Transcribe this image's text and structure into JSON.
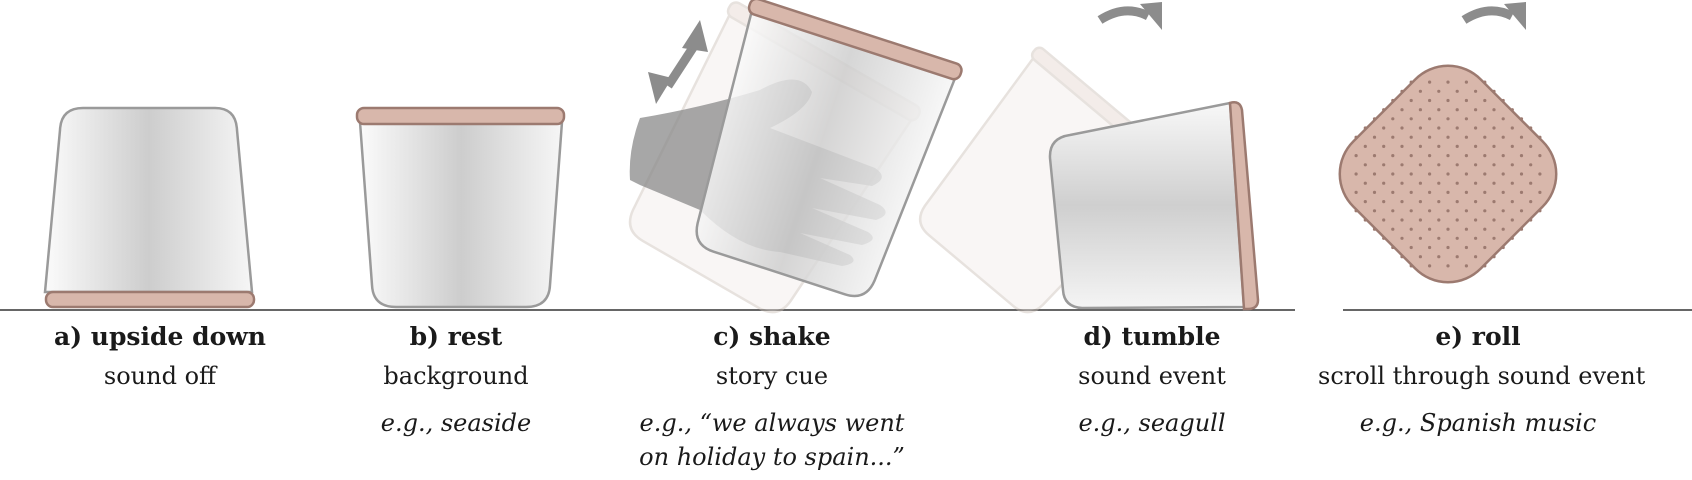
{
  "panels": [
    {
      "id": "a",
      "title": "a) upside down",
      "subtitle": "sound off",
      "example": []
    },
    {
      "id": "b",
      "title": "b) rest",
      "subtitle": "background",
      "example": [
        "e.g., seaside"
      ]
    },
    {
      "id": "c",
      "title": "c) shake",
      "subtitle": "story cue",
      "example": [
        "e.g., “we always went",
        "on holiday to spain...”"
      ]
    },
    {
      "id": "d",
      "title": "d) tumble",
      "subtitle": "sound event",
      "example": [
        "e.g., seagull"
      ]
    },
    {
      "id": "e",
      "title": "e) roll",
      "subtitle": "scroll through sound event",
      "example": [
        "e.g., Spanish music"
      ]
    }
  ],
  "colors": {
    "cup_fill_light": "#f2f2f2",
    "cup_fill_mid": "#cfcfcf",
    "cup_outline": "#9a9a9a",
    "rim_fill": "#d8b7ab",
    "rim_outline": "#9c7a70",
    "ground_line": "#333333",
    "arrow": "#8c8c8c",
    "hand": "#8a8a8a"
  }
}
